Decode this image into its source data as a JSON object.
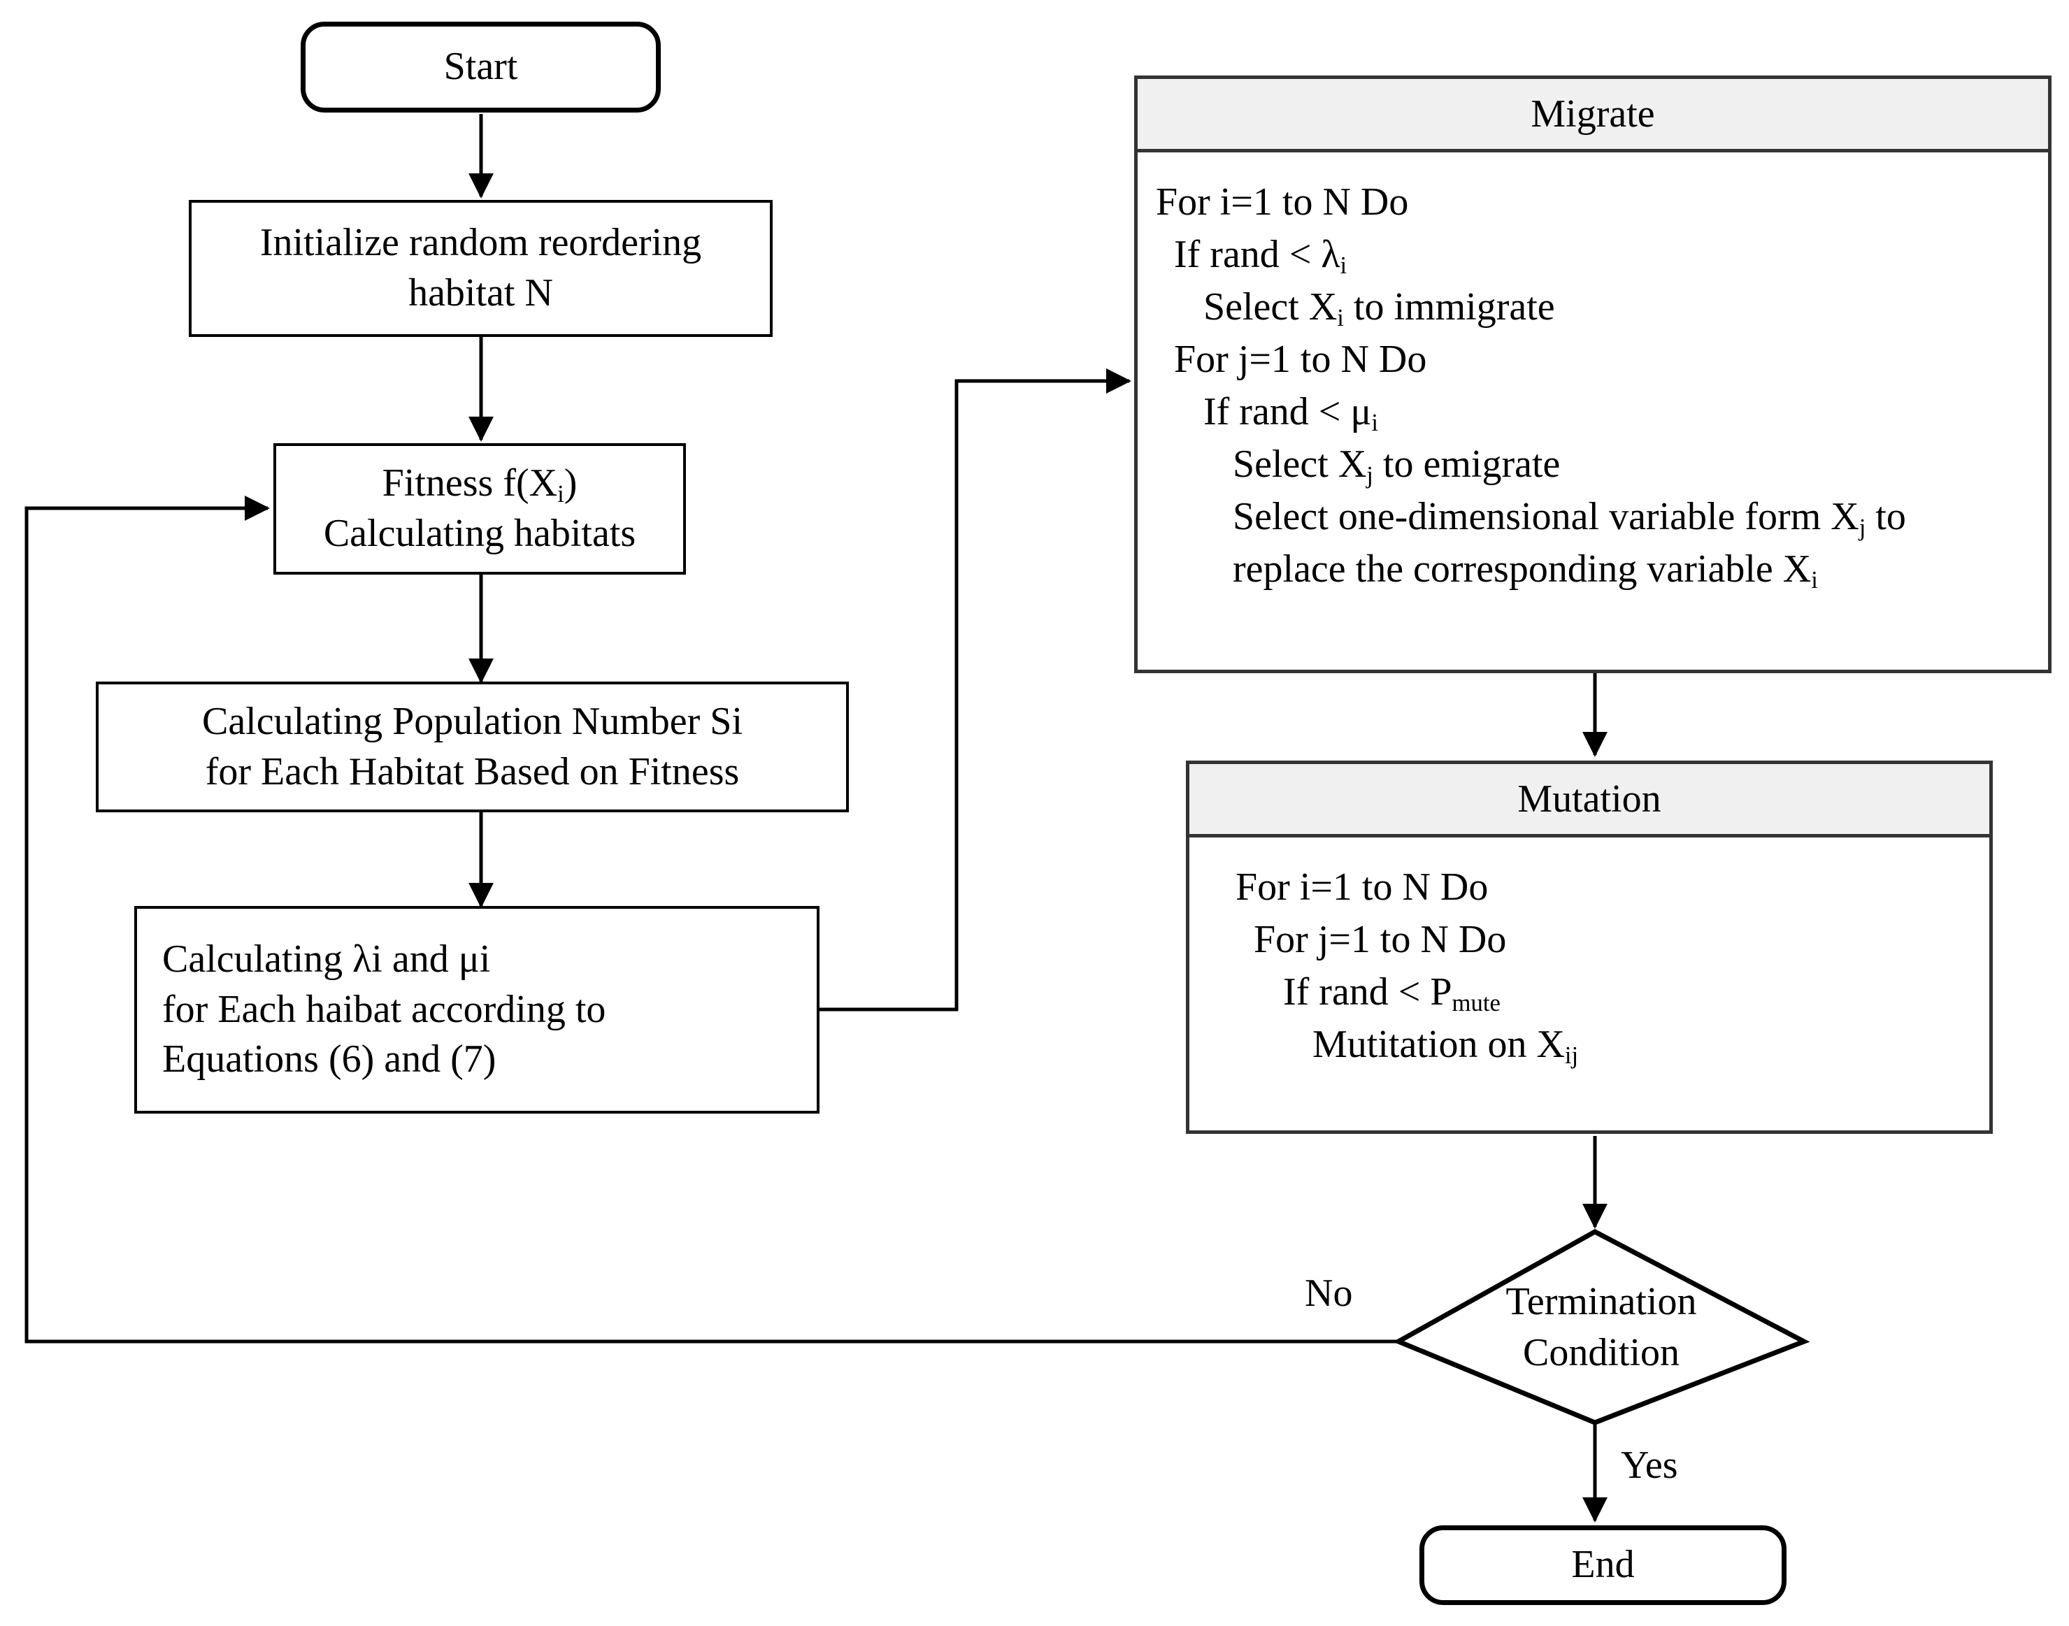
{
  "diagram": {
    "title": "Biogeography-Based Optimization (BBO) Algorithm Flowchart",
    "type": "flowchart",
    "colors": {
      "stroke": "#000000",
      "module_stroke": "#333333",
      "header_fill": "#f0f0f0",
      "background": "#ffffff",
      "text": "#000000"
    }
  },
  "nodes": {
    "start": {
      "shape": "terminator",
      "label": "Start"
    },
    "initialize": {
      "shape": "process",
      "lines": [
        "Initialize random reordering",
        "habitat N"
      ]
    },
    "fitness": {
      "shape": "process",
      "lines_html": [
        "Fitness f(X<sub>i</sub>)",
        "Calculating habitats"
      ],
      "lines_text": [
        "Fitness f(Xi)",
        "Calculating habitats"
      ]
    },
    "population": {
      "shape": "process",
      "lines": [
        "Calculating Population Number Si",
        "for Each Habitat Based on Fitness"
      ]
    },
    "rates": {
      "shape": "process",
      "lines": [
        "Calculating λi and μi",
        "for Each haibat according to",
        "Equations (6) and (7)"
      ]
    },
    "migrate": {
      "shape": "module",
      "header": "Migrate",
      "body_html": [
        "For i=1 to N Do",
        "If rand < λ<sub>i</sub>",
        "Select X<sub>i</sub> to immigrate",
        "For j=1 to N Do",
        "If rand < μ<sub>i</sub>",
        "Select X<sub>j</sub> to emigrate",
        "Select one-dimensional variable form X<sub>j</sub> to",
        "replace the corresponding variable X<sub>i</sub>"
      ],
      "body_text": [
        "For i=1 to N Do",
        "If rand < λi",
        "Select Xi to immigrate",
        "For j=1 to N Do",
        "If rand < μi",
        "Select Xj to emigrate",
        "Select one-dimensional variable form Xj to",
        "replace the corresponding variable Xi"
      ],
      "body_indent": [
        0,
        1,
        2,
        1,
        2,
        3,
        3,
        3
      ]
    },
    "mutation": {
      "shape": "module",
      "header": "Mutation",
      "body_html": [
        "For i=1 to N Do",
        "For j=1 to N Do",
        "If rand < P<sub>mute</sub>",
        "Mutitation on X<sub>ij</sub>"
      ],
      "body_text": [
        "For i=1 to N Do",
        "For j=1 to N Do",
        "If rand < Pmute",
        "Mutitation on Xij"
      ],
      "body_indent": [
        0,
        1,
        2,
        3
      ]
    },
    "termination": {
      "shape": "diamond",
      "lines": [
        "Termination",
        "Condition"
      ]
    },
    "end": {
      "shape": "terminator",
      "label": "End"
    }
  },
  "edge_labels": {
    "no": "No",
    "yes": "Yes"
  },
  "edges": [
    {
      "from": "start",
      "to": "initialize",
      "label": ""
    },
    {
      "from": "initialize",
      "to": "fitness",
      "label": ""
    },
    {
      "from": "fitness",
      "to": "population",
      "label": ""
    },
    {
      "from": "population",
      "to": "rates",
      "label": ""
    },
    {
      "from": "rates",
      "to": "migrate",
      "label": ""
    },
    {
      "from": "migrate",
      "to": "mutation",
      "label": ""
    },
    {
      "from": "mutation",
      "to": "termination",
      "label": ""
    },
    {
      "from": "termination",
      "to": "end",
      "label": "Yes"
    },
    {
      "from": "termination",
      "to": "fitness",
      "label": "No"
    }
  ]
}
